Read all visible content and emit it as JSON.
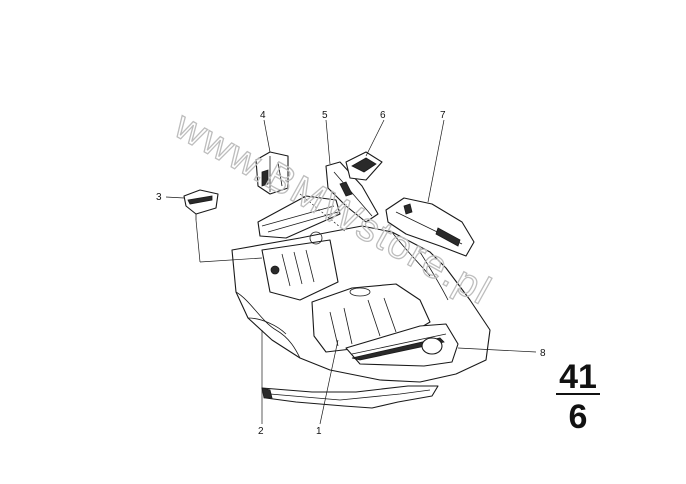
{
  "watermark": "www.BMWstore.pl",
  "callouts": [
    "1",
    "2",
    "3",
    "4",
    "5",
    "6",
    "7",
    "8"
  ],
  "group_number": {
    "top": "41",
    "bottom": "6"
  }
}
